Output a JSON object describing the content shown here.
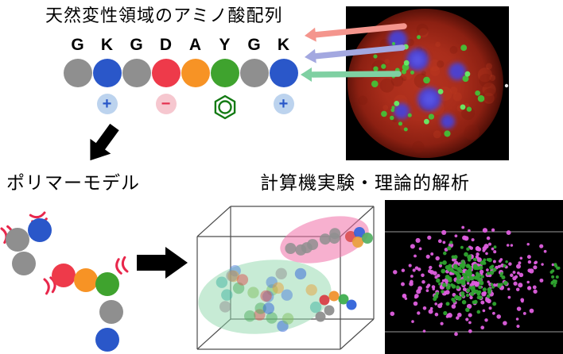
{
  "header": {
    "title": "天然変性領域のアミノ酸配列"
  },
  "sequence": {
    "residues": [
      {
        "letter": "G",
        "color": "#8f8f8f",
        "charge": ""
      },
      {
        "letter": "K",
        "color": "#2a57c9",
        "charge": "plus"
      },
      {
        "letter": "G",
        "color": "#8f8f8f",
        "charge": ""
      },
      {
        "letter": "D",
        "color": "#ee3a4a",
        "charge": "minus"
      },
      {
        "letter": "A",
        "color": "#f79325",
        "charge": ""
      },
      {
        "letter": "Y",
        "color": "#3fa32e",
        "charge": "ring"
      },
      {
        "letter": "G",
        "color": "#8f8f8f",
        "charge": ""
      },
      {
        "letter": "K",
        "color": "#2a57c9",
        "charge": "plus"
      }
    ],
    "plus_label": "+",
    "minus_label": "−"
  },
  "labels": {
    "polymer_model": "ポリマーモデル",
    "analysis_title": "計算機実験・理論的解析"
  },
  "icons": {
    "down_arrow": "thick-black-arrow-down-left",
    "right_arrow": "thick-black-arrow-right",
    "pointer_arrows": [
      "pink-arrow",
      "purple-arrow",
      "green-arrow"
    ],
    "aromatic_ring": "benzene-ring"
  },
  "colors": {
    "plus_bg": "#bcd3ee",
    "plus_fg": "#2857c8",
    "minus_bg": "#f6c7cf",
    "minus_fg": "#e4304e",
    "ring_green": "#137a13",
    "motion_mark": "#e8274b",
    "arrow_pink": "#f4958d",
    "arrow_purple": "#a3a8e0",
    "arrow_green": "#7fd0a2",
    "black_arrow": "#000000",
    "blob_green": "#8fd8ab",
    "blob_pink": "#f06fa8",
    "sim_magenta": "#df5fdf",
    "sim_green": "#2fa32f",
    "cell_red": "#aa2d1b",
    "nucleolus_blue": "#4343e0",
    "speckle_green": "#3bd23b"
  }
}
